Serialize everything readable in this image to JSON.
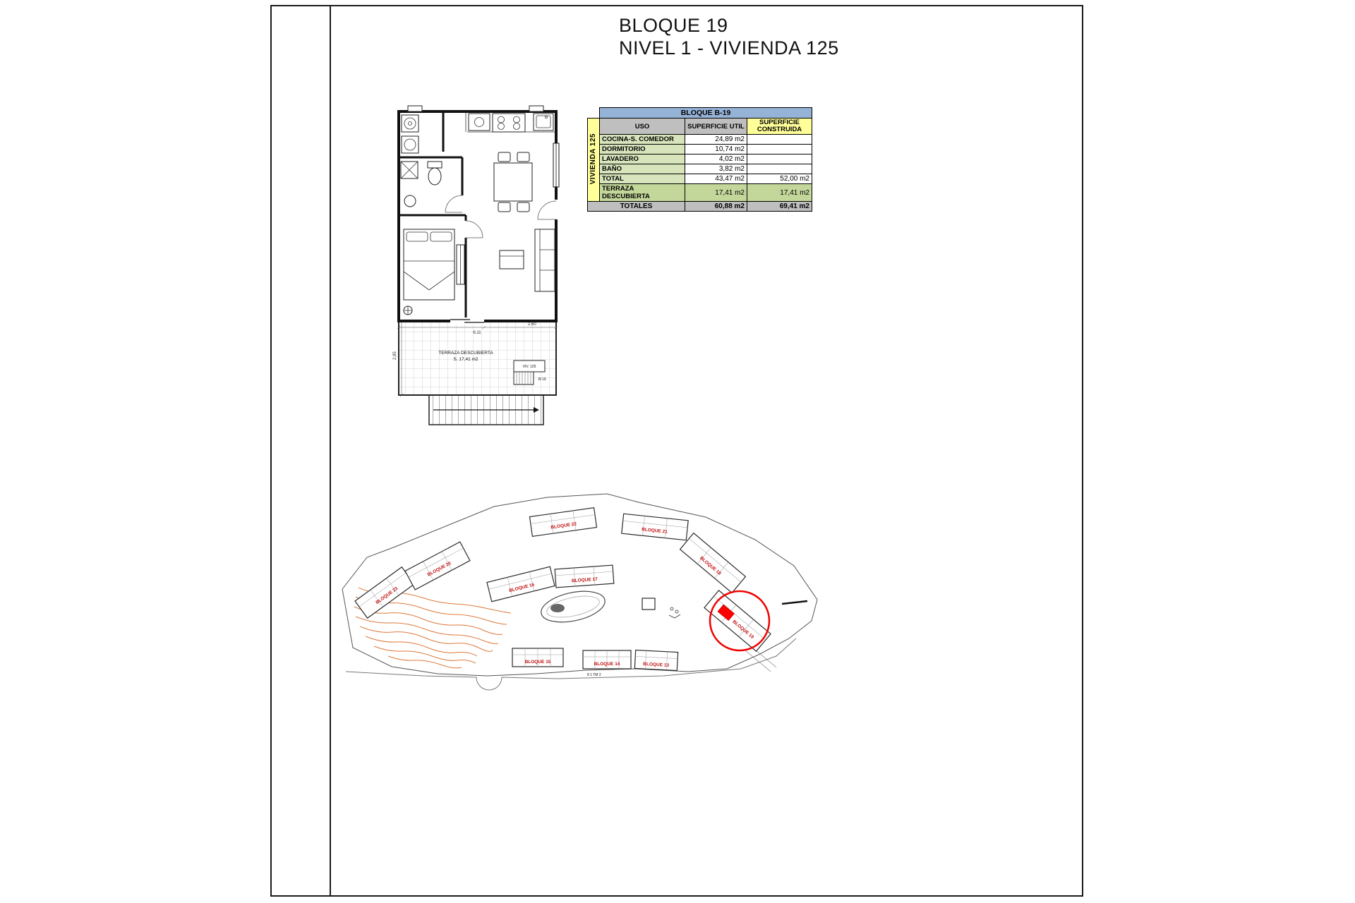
{
  "header": {
    "line1": "BLOQUE 19",
    "line2": "NIVEL 1 - VIVIENDA 125"
  },
  "table": {
    "title": "BLOQUE B-19",
    "unit_label": "VIVIENDA 125",
    "col_uso": "USO",
    "col_util": "SUPERFICIE UTIL",
    "col_construida": "SUPERFICIE CONSTRUIDA",
    "rows": [
      {
        "uso": "COCINA-S. COMEDOR",
        "util": "24,89 m2",
        "construida": ""
      },
      {
        "uso": "DORMITORIO",
        "util": "10,74 m2",
        "construida": ""
      },
      {
        "uso": "LAVADERO",
        "util": "4,02 m2",
        "construida": ""
      },
      {
        "uso": "BAÑO",
        "util": "3,82 m2",
        "construida": ""
      },
      {
        "uso": "TOTAL",
        "util": "43,47 m2",
        "construida": "52,00 m2"
      },
      {
        "uso": "TERRAZA DESCUBIERTA",
        "util": "17,41 m2",
        "construida": "17,41 m2"
      }
    ],
    "totals": {
      "label": "TOTALES",
      "util": "60,88 m2",
      "construida": "69,41 m2"
    }
  },
  "floorplan": {
    "terrace_label": "TERRAZA DESCUBIERTA",
    "terrace_area": "S. 17,41 m2",
    "access_box": {
      "line1": "VIV. 125",
      "line2": "B-19"
    },
    "dims": {
      "width": "6,11",
      "height": "2,85",
      "right": "2,60"
    }
  },
  "siteplan": {
    "road_label": "8 1 TM 2",
    "highlight_block": "BLOQUE 19",
    "blocks": [
      {
        "label": "BLOQUE 23"
      },
      {
        "label": "BLOQUE 20"
      },
      {
        "label": "BLOQUE 22"
      },
      {
        "label": "BLOQUE 16"
      },
      {
        "label": "BLOQUE 17"
      },
      {
        "label": "BLOQUE 21"
      },
      {
        "label": "BLOQUE 18"
      },
      {
        "label": "BLOQUE 19"
      },
      {
        "label": "BLOQUE 15"
      },
      {
        "label": "BLOQUE 14"
      },
      {
        "label": "BLOQUE 13"
      }
    ]
  },
  "colors": {
    "highlight_red": "#FF0000",
    "contour_orange": "#DD7A3C",
    "header_blue": "#95B3D7",
    "yellow": "#FFFF99",
    "green_light": "#D8E4BC",
    "green": "#C4D79B",
    "grey": "#BFBFBF"
  }
}
